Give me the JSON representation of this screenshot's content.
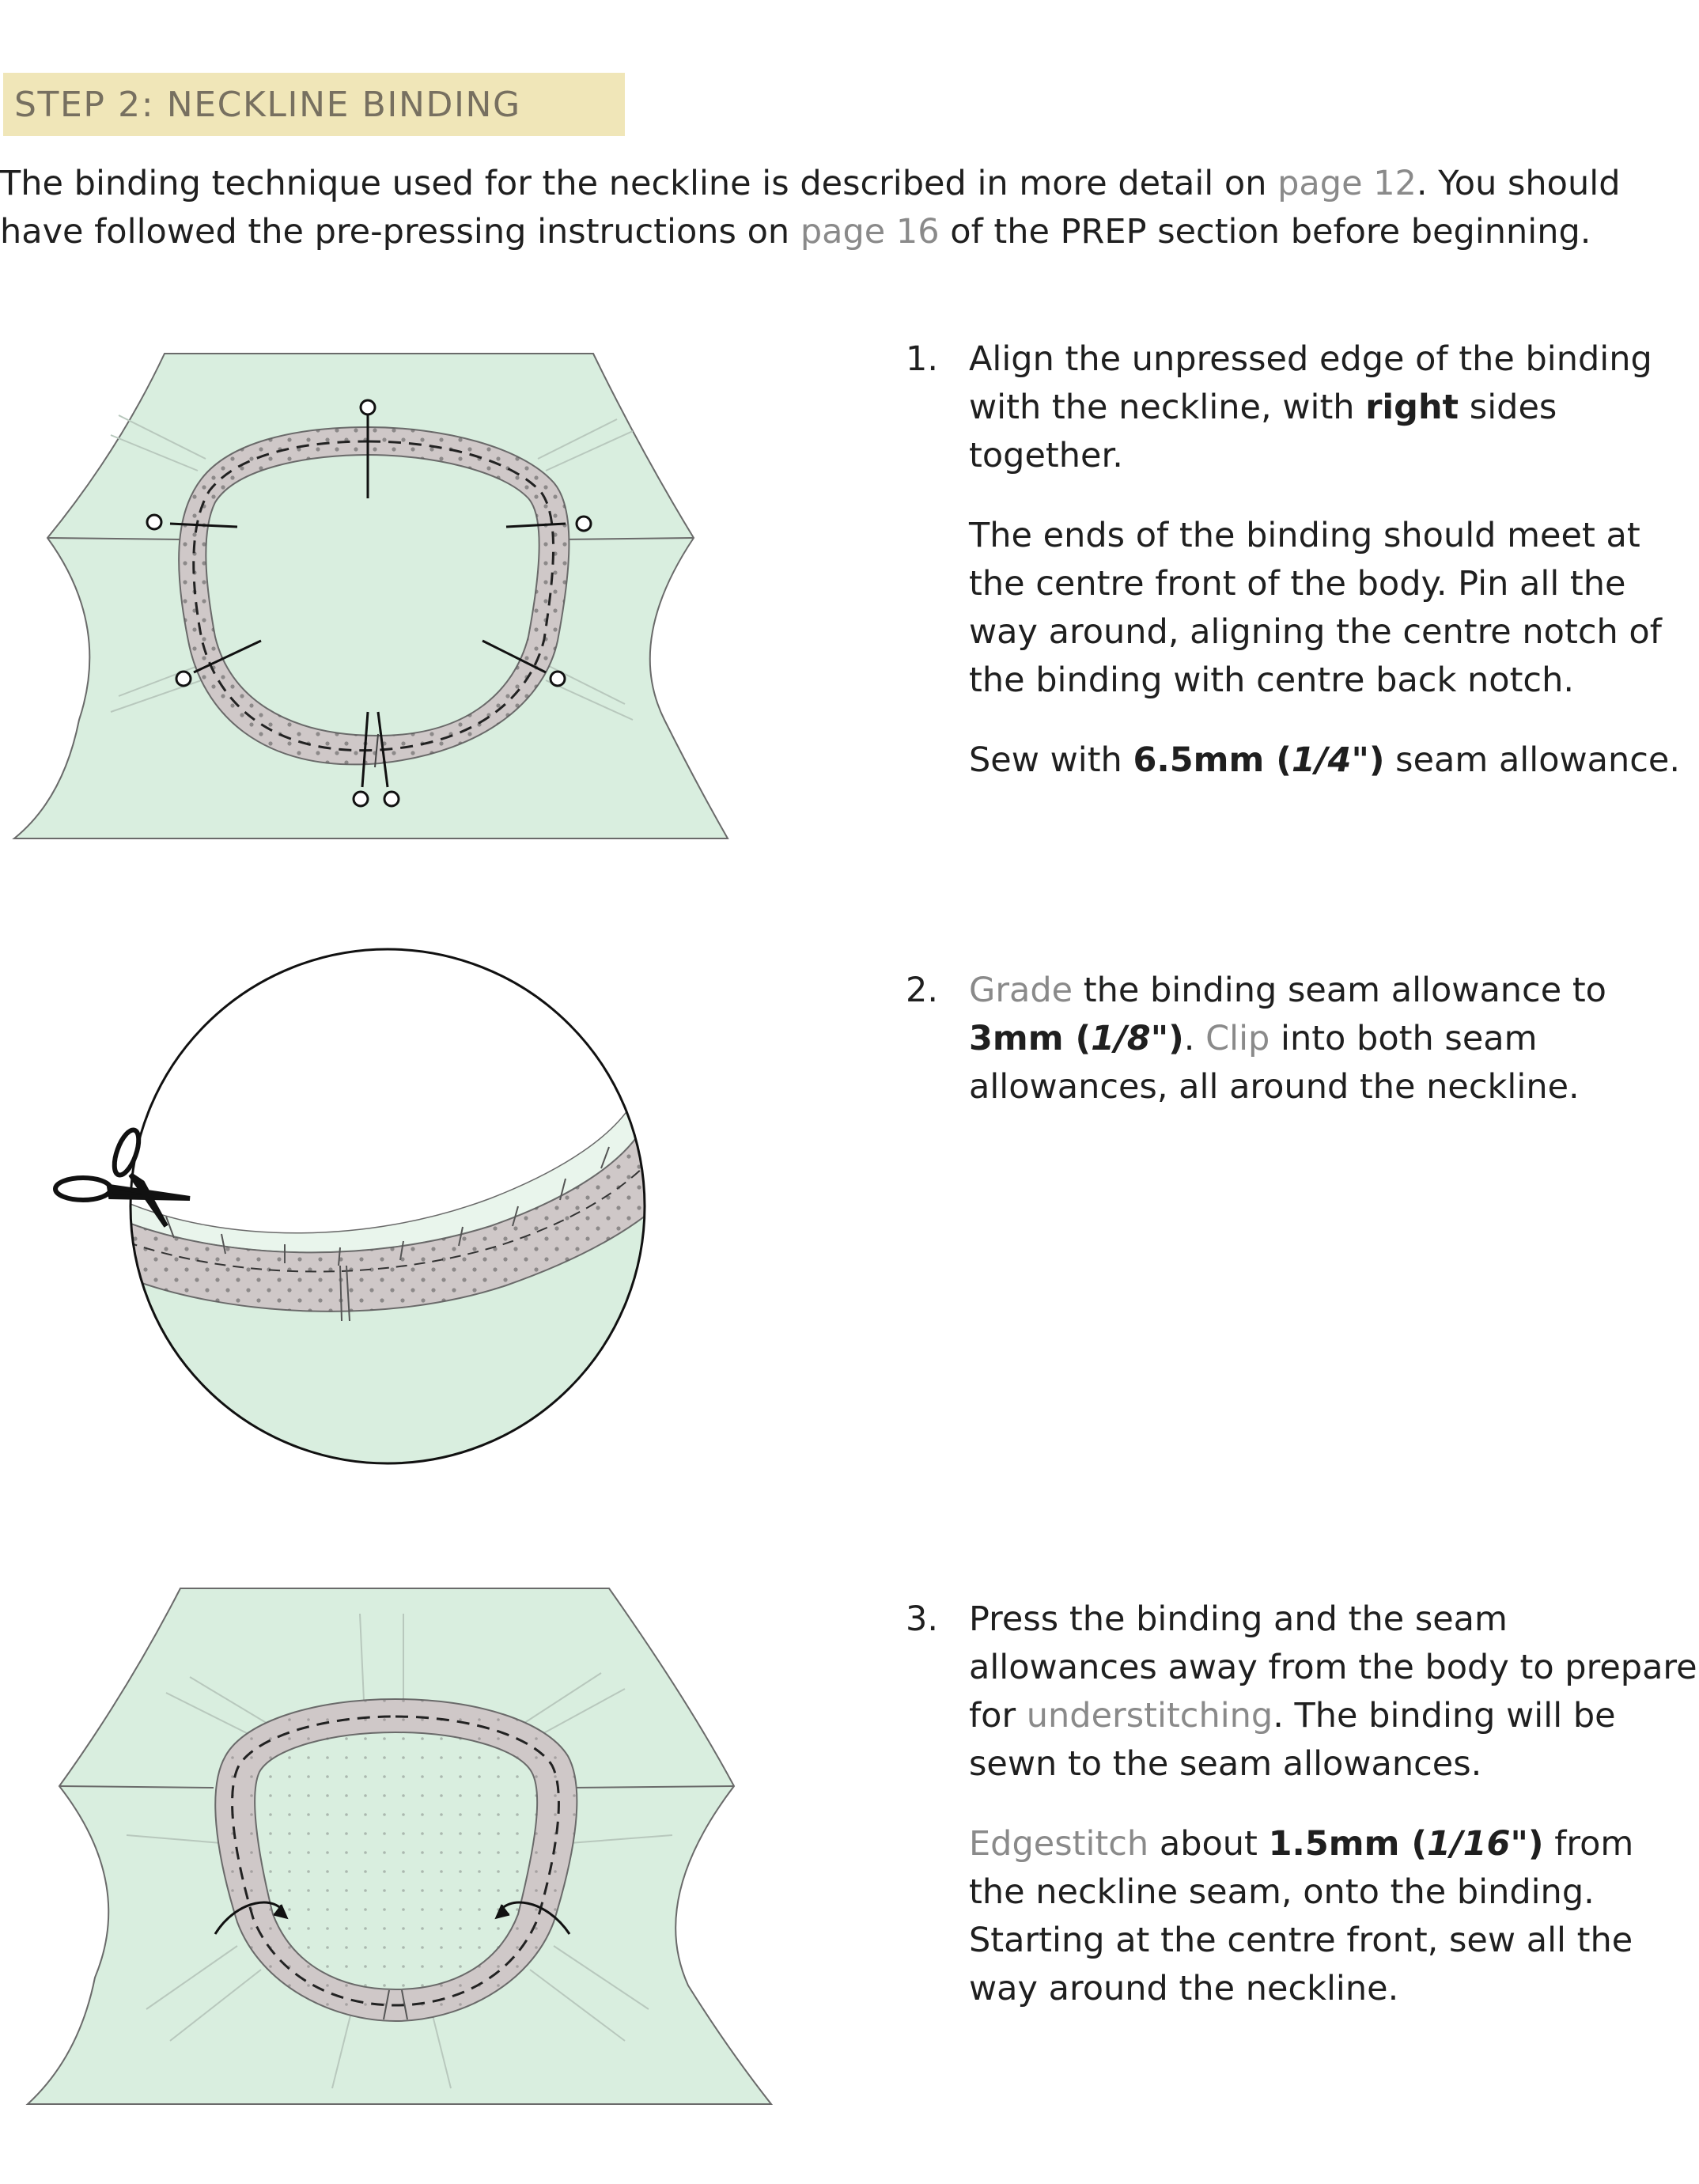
{
  "header": {
    "title": "STEP 2: NECKLINE BINDING"
  },
  "intro": {
    "t1": "The binding technique used for the neckline is described in more detail on ",
    "link1": "page 12",
    "t2": ". You should have followed the pre-pressing instructions on ",
    "link2": "page 16",
    "t3": " of the PREP section before beginning."
  },
  "step1": {
    "number": "1.",
    "p1a": "Align the unpressed edge of the binding with the neckline, with ",
    "p1b": "right",
    "p1c": " sides together.",
    "p2": "The ends of the binding should meet at the centre front of the body. Pin all the way around, aligning the centre notch of the binding with centre back notch.",
    "p3a": "Sew with ",
    "p3b": "6.5mm (",
    "p3c": "1/4\"",
    "p3d": ")",
    "p3e": " seam allowance."
  },
  "step2": {
    "number": "2.",
    "link1": "Grade",
    "t1": " the binding seam allowance to ",
    "b1": "3mm (",
    "b1i": "1/8\"",
    "b1e": ")",
    "t2": ". ",
    "link2": "Clip",
    "t3": " into both seam allowances, all around the neckline."
  },
  "step3": {
    "number": "3.",
    "p1a": "Press the binding and the seam allowances away from the body to prepare for ",
    "p1link": "understitching",
    "p1b": ". The binding will be sewn to the seam allowances.",
    "p2link": "Edgestitch",
    "p2a": " about ",
    "p2b": "1.5mm (",
    "p2bi": "1/16\"",
    "p2be": ")",
    "p2c": " from the neckline seam, onto the binding. Starting at the centre front, sew all the way around the neckline."
  },
  "colors": {
    "fabric": "#d9eedf",
    "binding": "#cfc8c8",
    "header_bg": "#f0e6b8",
    "link": "#8a8a8a"
  }
}
